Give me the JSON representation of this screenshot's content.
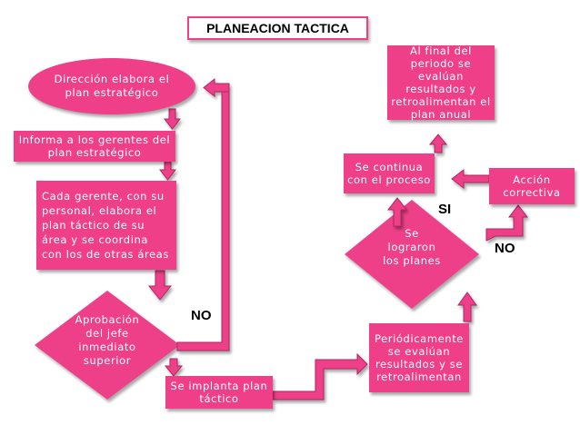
{
  "title": "PLANEACION TACTICA",
  "nodes": {
    "direccion": "Dirección elabora el plan estratégico",
    "informa": "Informa a los gerentes del plan estratégico",
    "cada_gerente": "Cada gerente, con su personal, elabora el plan táctico de su área y se coordina con los de otras áreas",
    "aprobacion": "Aprobación del jefe inmediato superior",
    "implanta": "Se implanta plan táctico",
    "periodicamente": "Periódicamente se evalúan resultados y se retroalimentan",
    "lograron": "Se lograron los planes",
    "continua": "Se continua con el proceso",
    "al_final": "Al final del periodo se evalúan resultados y retroalimentan el plan anual",
    "accion": "Acción correctiva"
  },
  "edge_labels": {
    "no_left": "NO",
    "si": "SI",
    "no_right": "NO"
  },
  "colors": {
    "node_fill": "#ee3f88",
    "arrow_fill": "#ee3f88",
    "arrow_stroke": "#b2265f"
  }
}
